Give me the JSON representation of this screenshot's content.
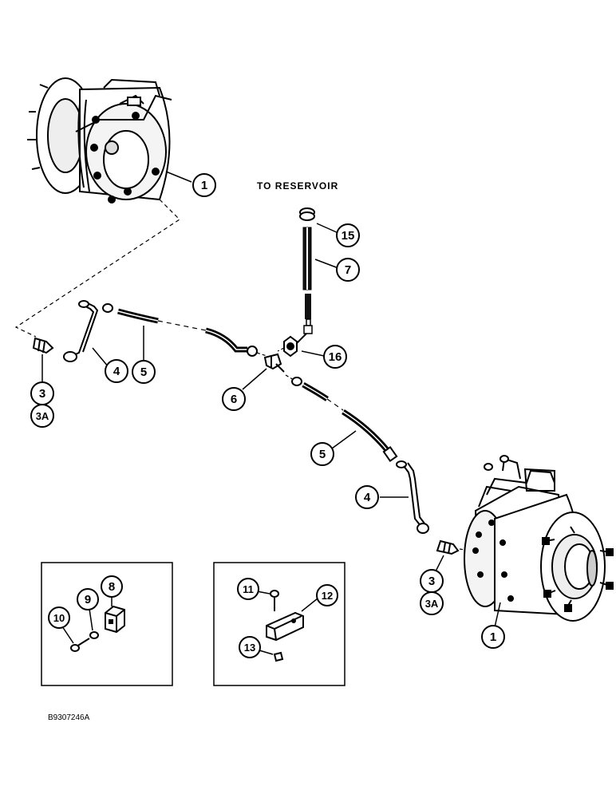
{
  "diagram": {
    "reservoir_label": "TO RESERVOIR",
    "drawing_code": "B9307246A",
    "callouts": {
      "motor_top": "1",
      "motor_bottom": "1",
      "fitting_left": "3",
      "fitting_left_alt": "3A",
      "fitting_right": "3",
      "fitting_right_alt": "3A",
      "tube_left": "4",
      "tube_right": "4",
      "hose_left": "5",
      "hose_right": "5",
      "tee": "6",
      "reservoir_hose": "7",
      "bracket_8": "8",
      "washer_9": "9",
      "bolt_10": "10",
      "bolt_11": "11",
      "bracket_12": "12",
      "nut_13": "13",
      "clamp_15": "15",
      "adapter_16": "16"
    }
  }
}
